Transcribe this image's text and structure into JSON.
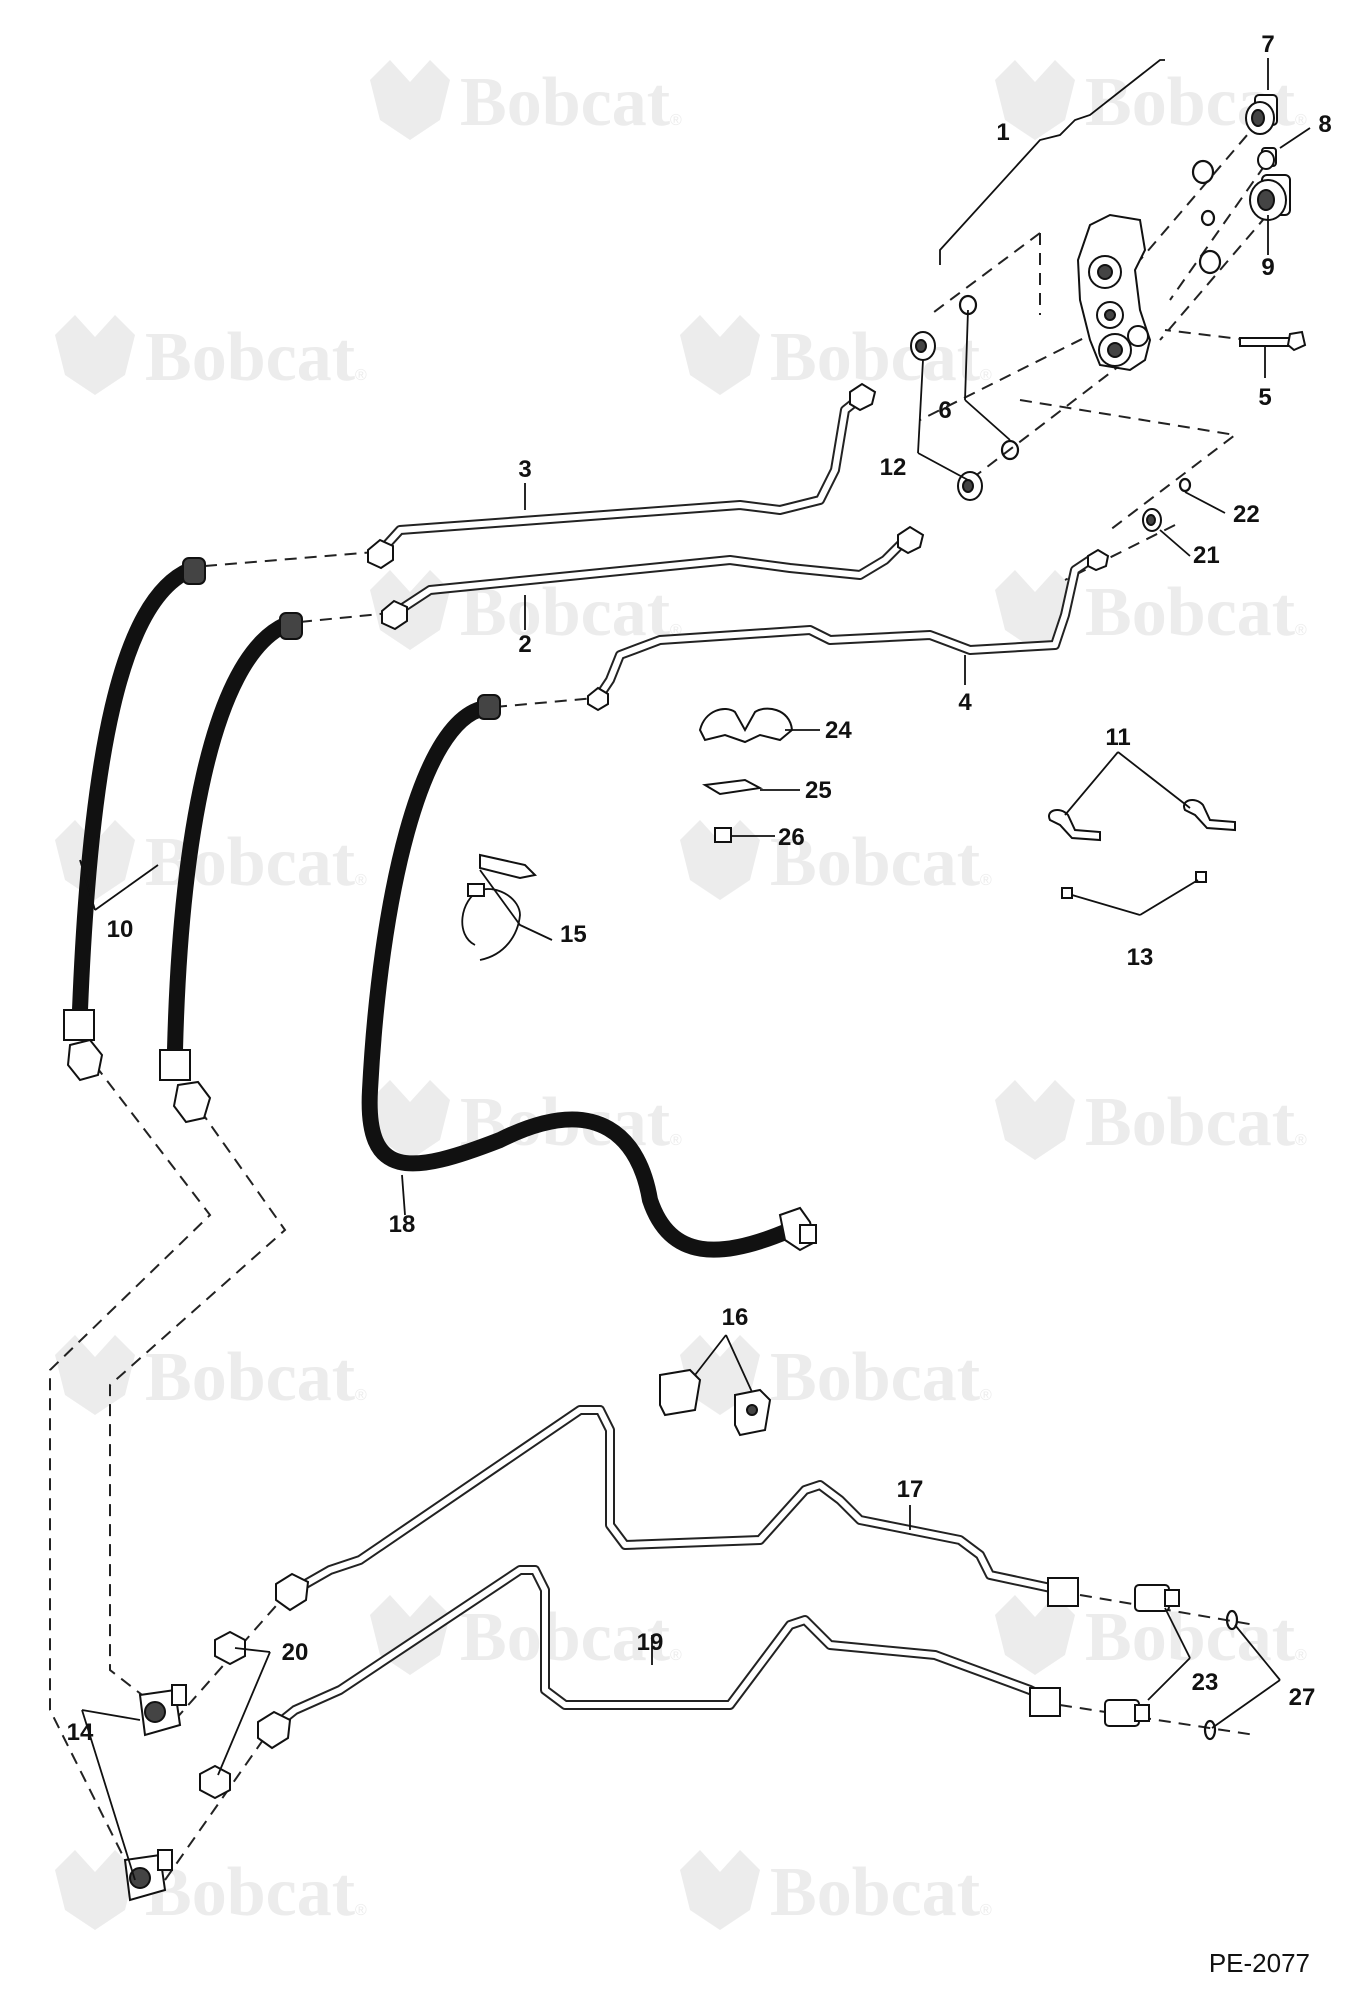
{
  "watermark": {
    "brand": "Bobcat",
    "registered": "®"
  },
  "reference_code": "PE-2077",
  "callouts": {
    "c1": "1",
    "c2": "2",
    "c3": "3",
    "c4": "4",
    "c5": "5",
    "c6": "6",
    "c7": "7",
    "c8": "8",
    "c9": "9",
    "c10": "10",
    "c11": "11",
    "c12": "12",
    "c13": "13",
    "c14": "14",
    "c15": "15",
    "c16": "16",
    "c17": "17",
    "c18": "18",
    "c19": "19",
    "c20": "20",
    "c21": "21",
    "c22": "22",
    "c23": "23",
    "c24": "24",
    "c25": "25",
    "c26": "26",
    "c27": "27"
  }
}
